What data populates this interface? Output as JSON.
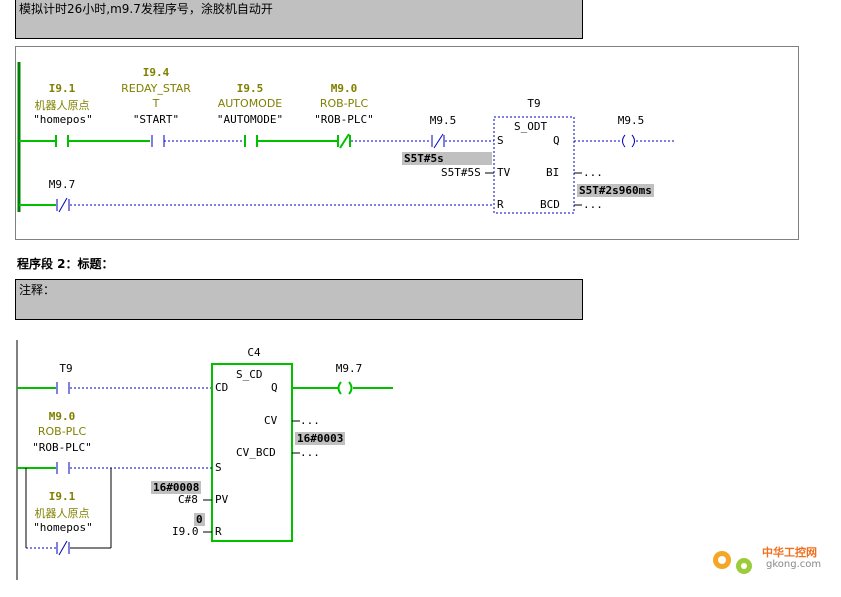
{
  "network1": {
    "title_comment": "模拟计时26小时,m9.7发程序号，涂胶机自动开",
    "contacts": [
      {
        "addr": "I9.1",
        "symbol": "机器人原点",
        "comment": "\"homepos\""
      },
      {
        "addr": "I9.4",
        "symbol": "REDAY_STAR",
        "symbol2": "T",
        "comment": "\"START\""
      },
      {
        "addr": "I9.5",
        "symbol": "AUTOMODE",
        "comment": "\"AUTOMODE\""
      },
      {
        "addr": "M9.0",
        "symbol": "ROB-PLC",
        "comment": "\"ROB-PLC\""
      },
      {
        "addr": "M9.5"
      }
    ],
    "timer": {
      "name": "T9",
      "type": "S_ODT",
      "pin_s": "S",
      "pin_q": "Q",
      "pin_tv": "TV",
      "pin_bi": "BI",
      "pin_r": "R",
      "pin_bcd": "BCD",
      "tv_value": "S5T#5s",
      "tv_input": "S5T#5S",
      "bi_out": "...",
      "bcd_value": "S5T#2s960ms",
      "bcd_out": "..."
    },
    "coil": "M9.5",
    "reset_contact": "M9.7"
  },
  "network2": {
    "segment_title": "程序段 2：标题：",
    "comment": "注释：",
    "t9_contact": "T9",
    "counter": {
      "name": "C4",
      "type": "S_CD",
      "pin_cd": "CD",
      "pin_q": "Q",
      "pin_cv": "CV",
      "pin_cvbcd": "CV_BCD",
      "pin_s": "S",
      "pin_pv": "PV",
      "pin_r": "R",
      "cv_out": "...",
      "cvbcd_value": "16#0003",
      "cvbcd_out": "...",
      "pv_value": "16#0008",
      "pv_input": "C#8",
      "r_value": "0",
      "r_input": "I9.0"
    },
    "coil": "M9.7",
    "contact_robplc": {
      "addr": "M9.0",
      "symbol": "ROB-PLC",
      "comment": "\"ROB-PLC\""
    },
    "contact_home": {
      "addr": "I9.1",
      "symbol": "机器人原点",
      "comment": "\"homepos\""
    }
  },
  "watermark": {
    "brand": "中华工控网",
    "domain": "gkong.com"
  }
}
